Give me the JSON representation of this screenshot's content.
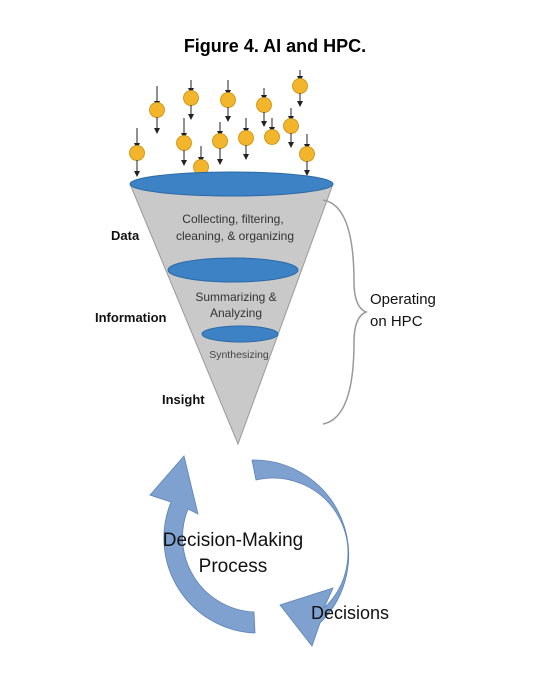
{
  "title": "Figure 4. AI and HPC.",
  "levels": {
    "data": "Data",
    "information": "Information",
    "insight": "Insight"
  },
  "funnel": {
    "stage1_line1": "Collecting,  filtering,",
    "stage1_line2": "cleaning, & organizing",
    "stage2_line1": "Summarizing &",
    "stage2_line2": "Analyzing",
    "stage3": "Synthesizing"
  },
  "bracket": {
    "line1": "Operating",
    "line2": "on HPC"
  },
  "cycle": {
    "line1": "Decision-Making",
    "line2": "Process",
    "output": "Decisions"
  },
  "colors": {
    "funnel_gray": "#c9c9c9",
    "funnel_blue": "#3d82c4",
    "ball": "#f2b52c",
    "cycle_blue": "#7ea1cf"
  }
}
